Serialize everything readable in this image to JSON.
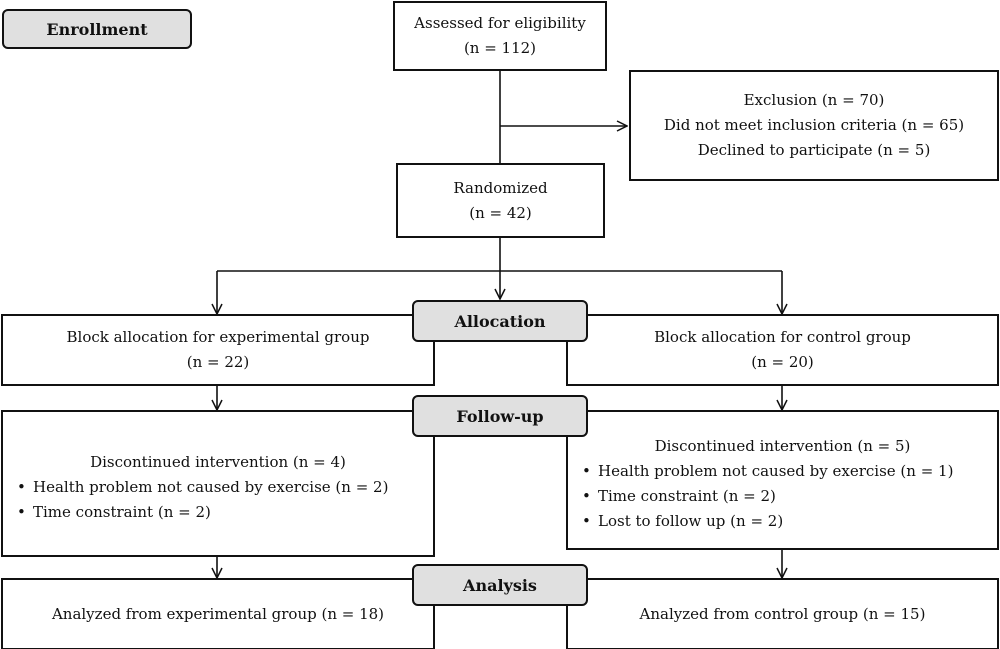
{
  "stages": {
    "enrollment": "Enrollment",
    "allocation": "Allocation",
    "followup": "Follow-up",
    "analysis": "Analysis"
  },
  "assessed": {
    "title": "Assessed for eligibility",
    "n": "(n = 112)"
  },
  "exclusion": {
    "title": "Exclusion (n = 70)",
    "reason1": "Did not meet inclusion criteria (n = 65)",
    "reason2": "Declined to participate (n = 5)"
  },
  "randomized": {
    "title": "Randomized",
    "n": "(n = 42)"
  },
  "alloc_exp": {
    "title": "Block allocation for experimental group",
    "n": "(n = 22)"
  },
  "alloc_ctrl": {
    "title": "Block allocation for control group",
    "n": "(n = 20)"
  },
  "follow_exp": {
    "title": "Discontinued intervention (n = 4)",
    "items": [
      "Health problem not caused by exercise (n = 2)",
      "Time constraint (n = 2)"
    ]
  },
  "follow_ctrl": {
    "title": "Discontinued intervention (n = 5)",
    "items": [
      "Health problem not caused by exercise (n = 1)",
      "Time constraint (n = 2)",
      "Lost to follow up (n = 2)"
    ]
  },
  "analysis_exp": "Analyzed from experimental group (n = 18)",
  "analysis_ctrl": "Analyzed from control group (n = 15)"
}
